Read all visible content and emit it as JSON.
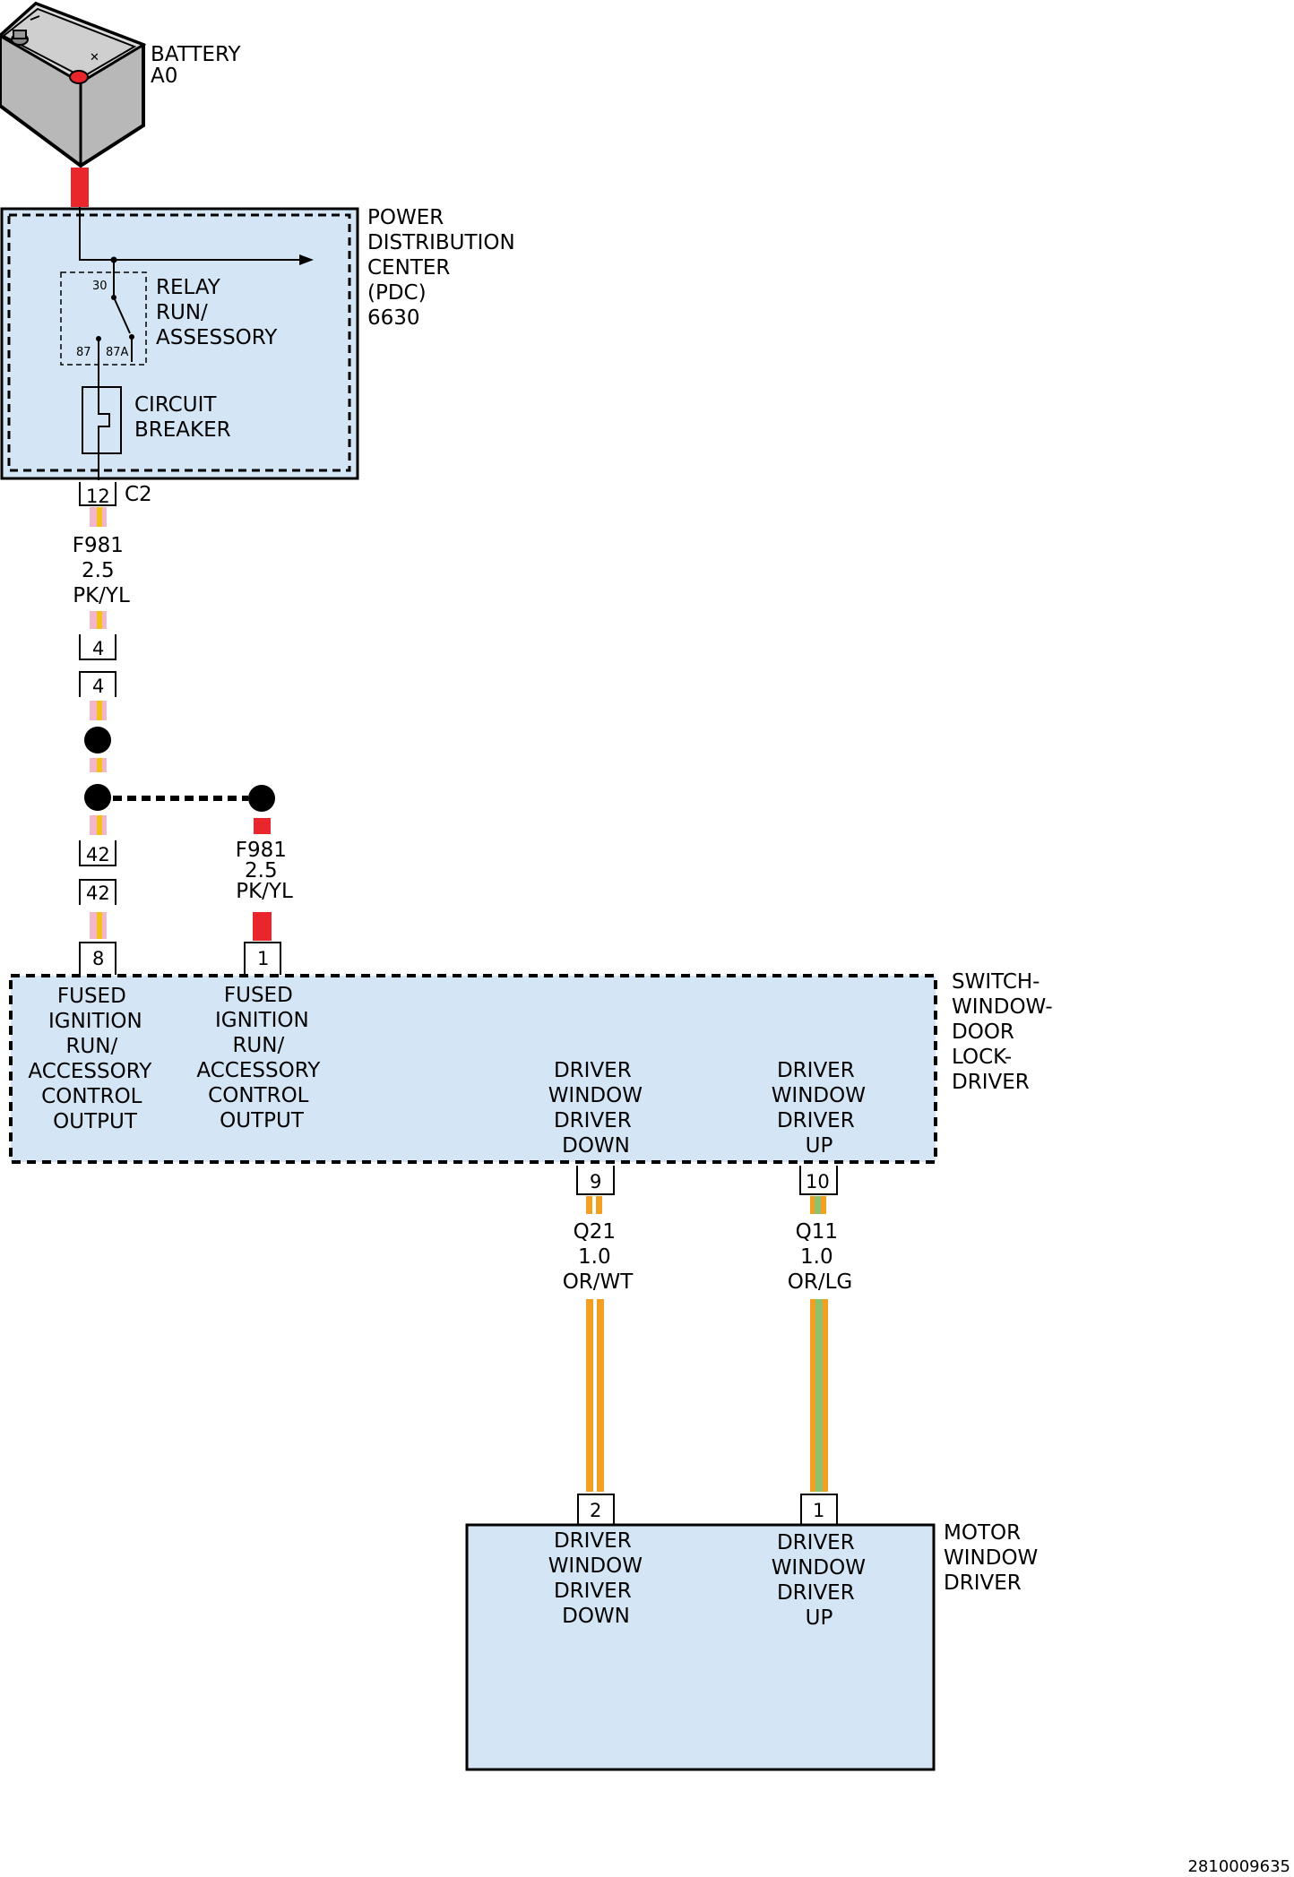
{
  "battery": {
    "label_line1": "BATTERY",
    "label_line2": "A0"
  },
  "pdc": {
    "label": [
      "POWER",
      "DISTRIBUTION",
      "CENTER",
      "(PDC)",
      "6630"
    ],
    "relay": {
      "label": [
        "RELAY",
        "RUN/",
        "ASSESSORY"
      ],
      "terminal_30": "30",
      "terminal_87": "87",
      "terminal_87a": "87A"
    },
    "circuit_breaker": {
      "label": [
        "CIRCUIT",
        "BREAKER"
      ]
    },
    "connector_pin": "12",
    "connector_name": "C2"
  },
  "wire_f981_main": {
    "circuit": "F981",
    "gauge": "2.5",
    "color_code": "PK/YL"
  },
  "wire_f981_branch": {
    "circuit": "F981",
    "gauge": "2.5",
    "color_code": "PK/YL"
  },
  "inline_pins": {
    "upper_a": "4",
    "upper_b": "4",
    "lower_a": "42",
    "lower_b": "42"
  },
  "switch": {
    "label": [
      "SWITCH-",
      "WINDOW-",
      "DOOR",
      "LOCK-",
      "DRIVER"
    ],
    "pin_8": "8",
    "pin_1": "1",
    "pin_9": "9",
    "pin_10": "10",
    "fn_pin8": [
      "FUSED",
      "IGNITION",
      "RUN/",
      "ACCESSORY",
      "CONTROL",
      "OUTPUT"
    ],
    "fn_pin1": [
      "FUSED",
      "IGNITION",
      "RUN/",
      "ACCESSORY",
      "CONTROL",
      "OUTPUT"
    ],
    "fn_pin9": [
      "DRIVER",
      "WINDOW",
      "DRIVER",
      "DOWN"
    ],
    "fn_pin10": [
      "DRIVER",
      "WINDOW",
      "DRIVER",
      "UP"
    ]
  },
  "wire_q21": {
    "circuit": "Q21",
    "gauge": "1.0",
    "color_code": "OR/WT"
  },
  "wire_q11": {
    "circuit": "Q11",
    "gauge": "1.0",
    "color_code": "OR/LG"
  },
  "motor": {
    "label": [
      "MOTOR",
      "WINDOW",
      "DRIVER"
    ],
    "pin_2": "2",
    "pin_1": "1",
    "fn_pin2": [
      "DRIVER",
      "WINDOW",
      "DRIVER",
      "DOWN"
    ],
    "fn_pin1": [
      "DRIVER",
      "WINDOW",
      "DRIVER",
      "UP"
    ]
  },
  "footer": {
    "doc_number": "2810009635"
  },
  "colors": {
    "box_fill": "#d4e6f5",
    "wire_red": "#e8262b",
    "wire_pink": "#f3b6c8",
    "wire_yellow": "#f2c21a",
    "wire_orange": "#f1a024",
    "wire_white": "#ffffff",
    "wire_lightgreen": "#8fc06b"
  }
}
